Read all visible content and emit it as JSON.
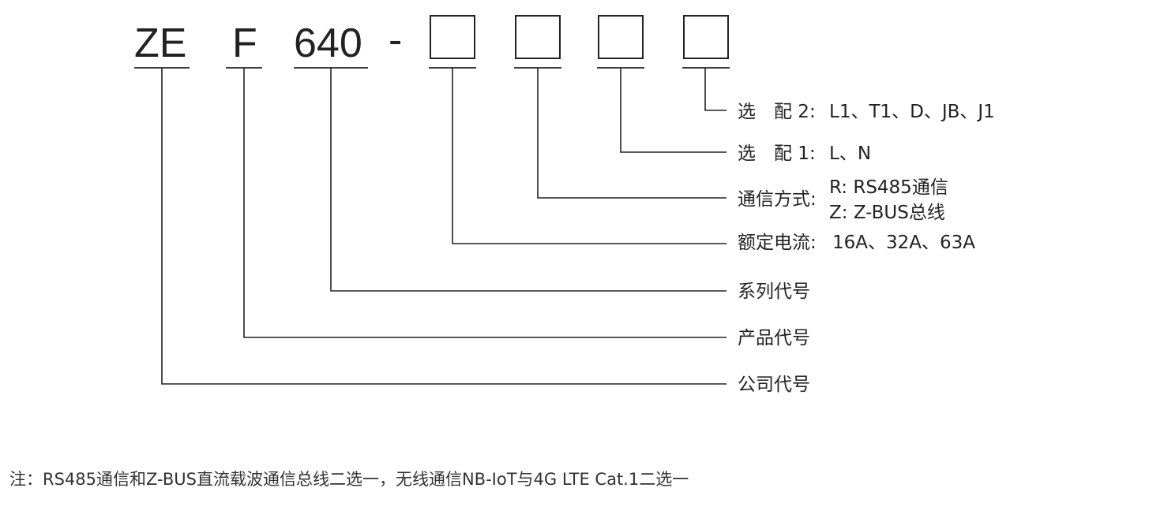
{
  "code": {
    "company": "ZE",
    "product": "F",
    "series": "640",
    "dash": "-"
  },
  "labels": {
    "option2": {
      "key": "选　配 2:",
      "value": "L1、T1、D、JB、J1"
    },
    "option1": {
      "key": "选　配 1:",
      "value": "L、N"
    },
    "comm": {
      "key": "通信方式:",
      "line1": "R: RS485通信",
      "line2": "Z: Z-BUS总线"
    },
    "current": {
      "key": "额定电流:",
      "value": "16A、32A、63A"
    },
    "series_code": "系列代号",
    "product_code": "产品代号",
    "company_code": "公司代号"
  },
  "note": "注：RS485通信和Z-BUS直流载波通信总线二选一，无线通信NB-IoT与4G LTE Cat.1二选一"
}
